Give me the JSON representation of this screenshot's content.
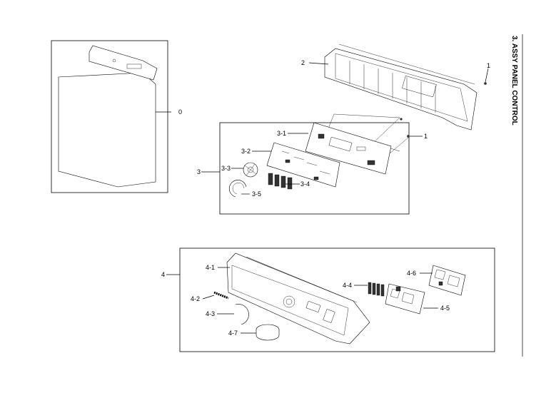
{
  "title": "3. ASSY PANEL CONTROL",
  "labels": {
    "l0": "0",
    "l1a": "1",
    "l1b": "1",
    "l2": "2",
    "l3": "3",
    "l3_1": "3-1",
    "l3_2": "3-2",
    "l3_3": "3-3",
    "l3_4": "3-4",
    "l3_5": "3-5",
    "l4": "4",
    "l4_1": "4-1",
    "l4_2": "4-2",
    "l4_3": "4-3",
    "l4_4": "4-4",
    "l4_5": "4-5",
    "l4_6": "4-6",
    "l4_7": "4-7"
  }
}
